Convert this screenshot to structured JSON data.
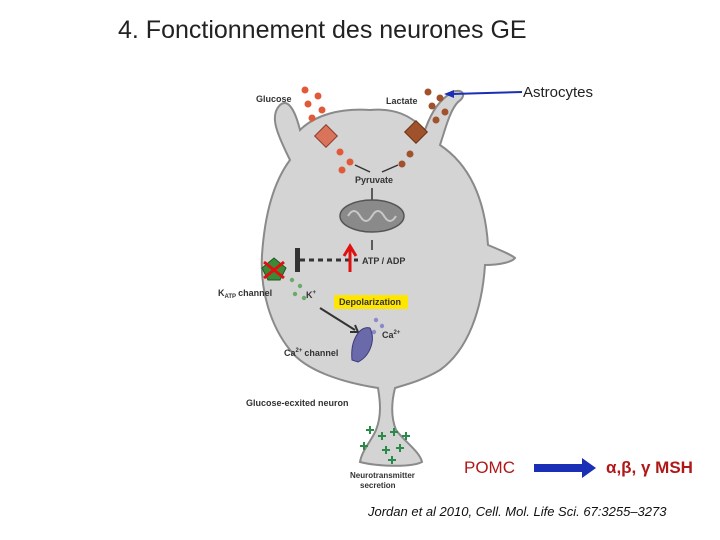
{
  "slide": {
    "title": "4. Fonctionnement des neurones GE",
    "astrocytes_label": "Astrocytes",
    "pomc_label": "POMC",
    "msh_label": "α,β, γ MSH",
    "citation": "Jordan et al 2010, Cell. Mol. Life Sci. 67:3255–3273"
  },
  "figure": {
    "glucose": "Glucose",
    "lactate": "Lactate",
    "pyruvate": "Pyruvate",
    "atp_adp": "ATP / ADP",
    "katp_channel": "K",
    "katp_sub": "ATP",
    "katp_channel_word": "channel",
    "k_ion": "K",
    "k_plus": "+",
    "depolarization": "Depolarization",
    "ca_ion": "Ca",
    "ca_plus": "2+",
    "ca_channel_sup": "2+",
    "ca_channel": "Ca",
    "ca_channel_word": "channel",
    "neuron_label": "Glucose-ecxited neuron",
    "neurotransmitter_line1": "Neurotransmitter",
    "neurotransmitter_line2": "secretion"
  },
  "colors": {
    "cell_fill": "#d4d4d4",
    "glucose_dots": "#e05a3a",
    "lactate_dots": "#a0522d",
    "depolarization_bg": "#ffe600",
    "arrow_red": "#e01010",
    "astro_arrow": "#1a2fb5",
    "pomc_arrow": "#1a2fb5",
    "text_red": "#b01818"
  }
}
